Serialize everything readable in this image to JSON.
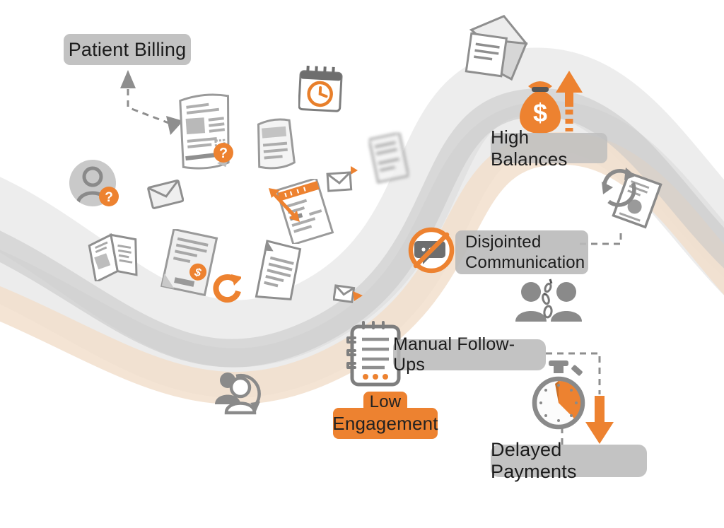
{
  "figure": {
    "title_node": "Patient Billing",
    "type": "infographic-flow-diagram",
    "theme": "patient billing pain points"
  },
  "nodes": {
    "patient_billing": {
      "label": "Patient Billing"
    },
    "high_balances": {
      "label": "High Balances"
    },
    "disjointed_communication": {
      "line1": "Disjointed",
      "line2": "Communication"
    },
    "manual_follow_ups": {
      "label": "Manual Follow-Ups"
    },
    "low_engagement": {
      "line1": "Low",
      "line2": "Engagement"
    },
    "delayed_payments": {
      "label": "Delayed Payments"
    }
  },
  "badges": {
    "question": "?",
    "dollar": "$"
  },
  "icons": [
    "envelope-letter-icon",
    "money-bag-icon",
    "arrow-up-icon",
    "calendar-clock-icon",
    "document-question-icon",
    "avatar-question-icon",
    "envelope-icon",
    "calendar-icon",
    "document-curled-icon",
    "document-blurred-icon",
    "envelope-send-icon",
    "invoice-resize-icon",
    "booklet-icon",
    "invoice-dollar-icon",
    "refresh-icon",
    "document-icon",
    "envelope-forward-icon",
    "sync-document-icon",
    "no-chat-icon",
    "people-broken-link-icon",
    "notebook-icon",
    "people-sync-icon",
    "stopwatch-icon",
    "arrow-down-icon"
  ],
  "colors": {
    "accent_orange": "#ED8230",
    "label_gray": "#B2B2B2",
    "icon_gray": "#8D8D8D",
    "person_gray": "#7E7E7E",
    "wave_gray_light": "#DEDEDE",
    "wave_gray_mid": "#C7C7C7",
    "wave_peach": "#F2DFCD",
    "text_dark": "#1C1C1C",
    "background": "#FFFFFF"
  }
}
